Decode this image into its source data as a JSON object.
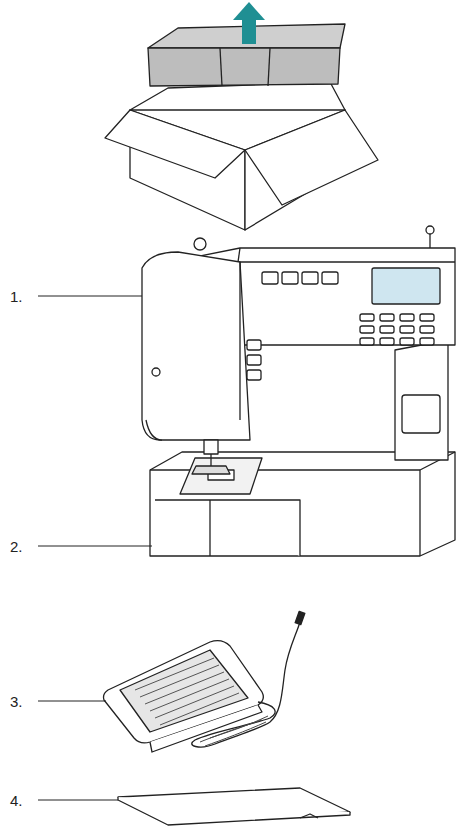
{
  "diagram": {
    "labels": [
      "1.",
      "2.",
      "3.",
      "4."
    ]
  }
}
